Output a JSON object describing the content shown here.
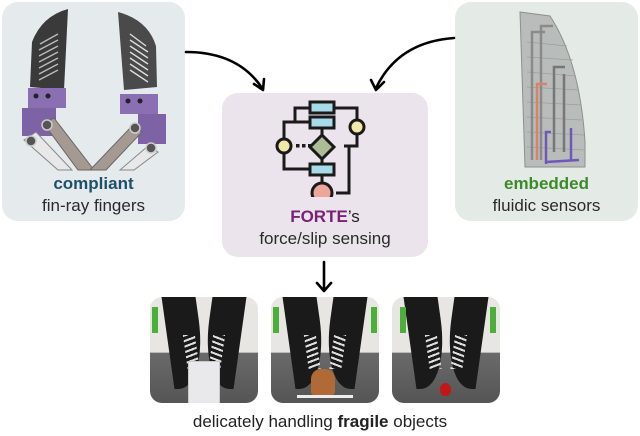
{
  "left_panel": {
    "highlight": "compliant",
    "subtitle": "fin-ray fingers",
    "highlight_color": "#1f4f6a",
    "image": "fin-ray-gripper-fingers-render"
  },
  "right_panel": {
    "highlight": "embedded",
    "subtitle": "fluidic sensors",
    "highlight_color": "#3e8a2a",
    "image": "fluidic-sensor-finger-render"
  },
  "center_panel": {
    "brand": "FORTE",
    "brand_suffix": "’s",
    "subtitle": "force/slip sensing",
    "brand_color": "#7a2275",
    "icon": "flowchart-icon"
  },
  "photos": [
    {
      "label": "gripper-holding-paper-box",
      "object_color": "#e9e9ec"
    },
    {
      "label": "gripper-holding-muffin",
      "object_color": "#b06a35"
    },
    {
      "label": "gripper-holding-raspberry",
      "object_color": "#c01818"
    }
  ],
  "bottom_caption": {
    "prefix": "delicately handling ",
    "bold": "fragile",
    "suffix": " objects"
  },
  "arrows": [
    "left-to-center",
    "right-to-center",
    "center-to-bottom"
  ]
}
